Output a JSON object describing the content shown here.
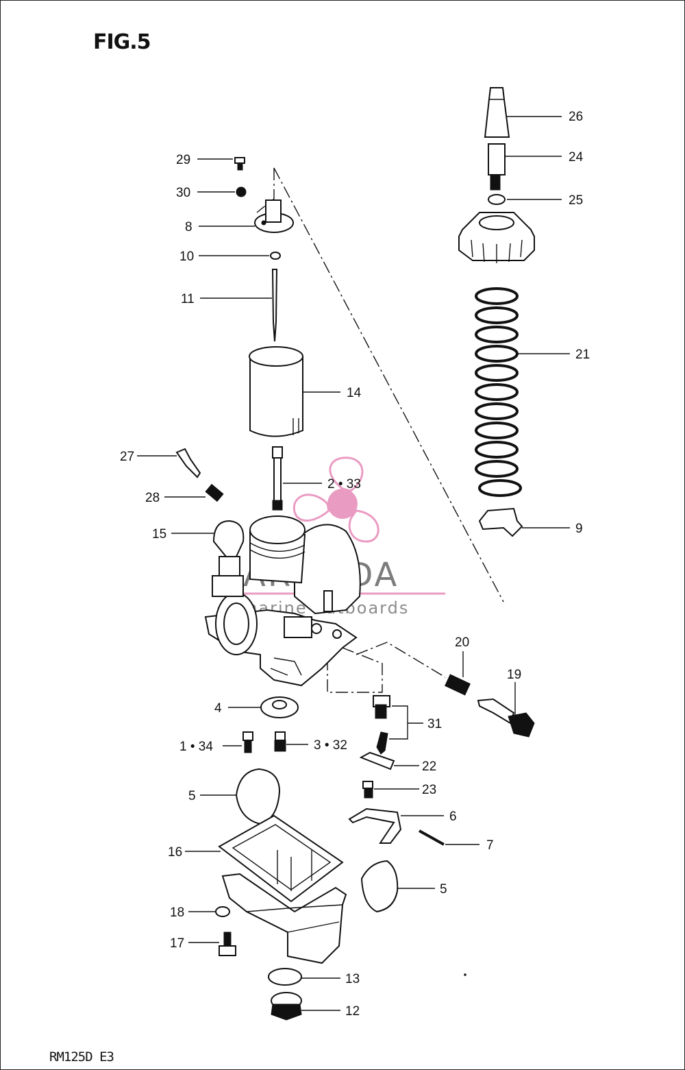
{
  "figure": {
    "title": "FIG.5",
    "model": "RM125D E3"
  },
  "watermark": {
    "brand": "ARMADA",
    "tagline": "marine outboards",
    "icon": "propeller-icon",
    "accent_color": "#e78ab8"
  },
  "callouts": {
    "c26": "26",
    "c24": "24",
    "c25": "25",
    "c29": "29",
    "c30": "30",
    "c8": "8",
    "c10": "10",
    "c11": "11",
    "c14": "14",
    "c21": "21",
    "c27": "27",
    "c2_33": "2 • 33",
    "c28": "28",
    "c15": "15",
    "c9": "9",
    "c20": "20",
    "c19": "19",
    "c4": "4",
    "c31": "31",
    "c1_34": "1 • 34",
    "c3_32": "3 • 32",
    "c22": "22",
    "c23": "23",
    "c5a": "5",
    "c6": "6",
    "c7": "7",
    "c16": "16",
    "c5b": "5",
    "c18": "18",
    "c17": "17",
    "c13": "13",
    "c12": "12"
  }
}
